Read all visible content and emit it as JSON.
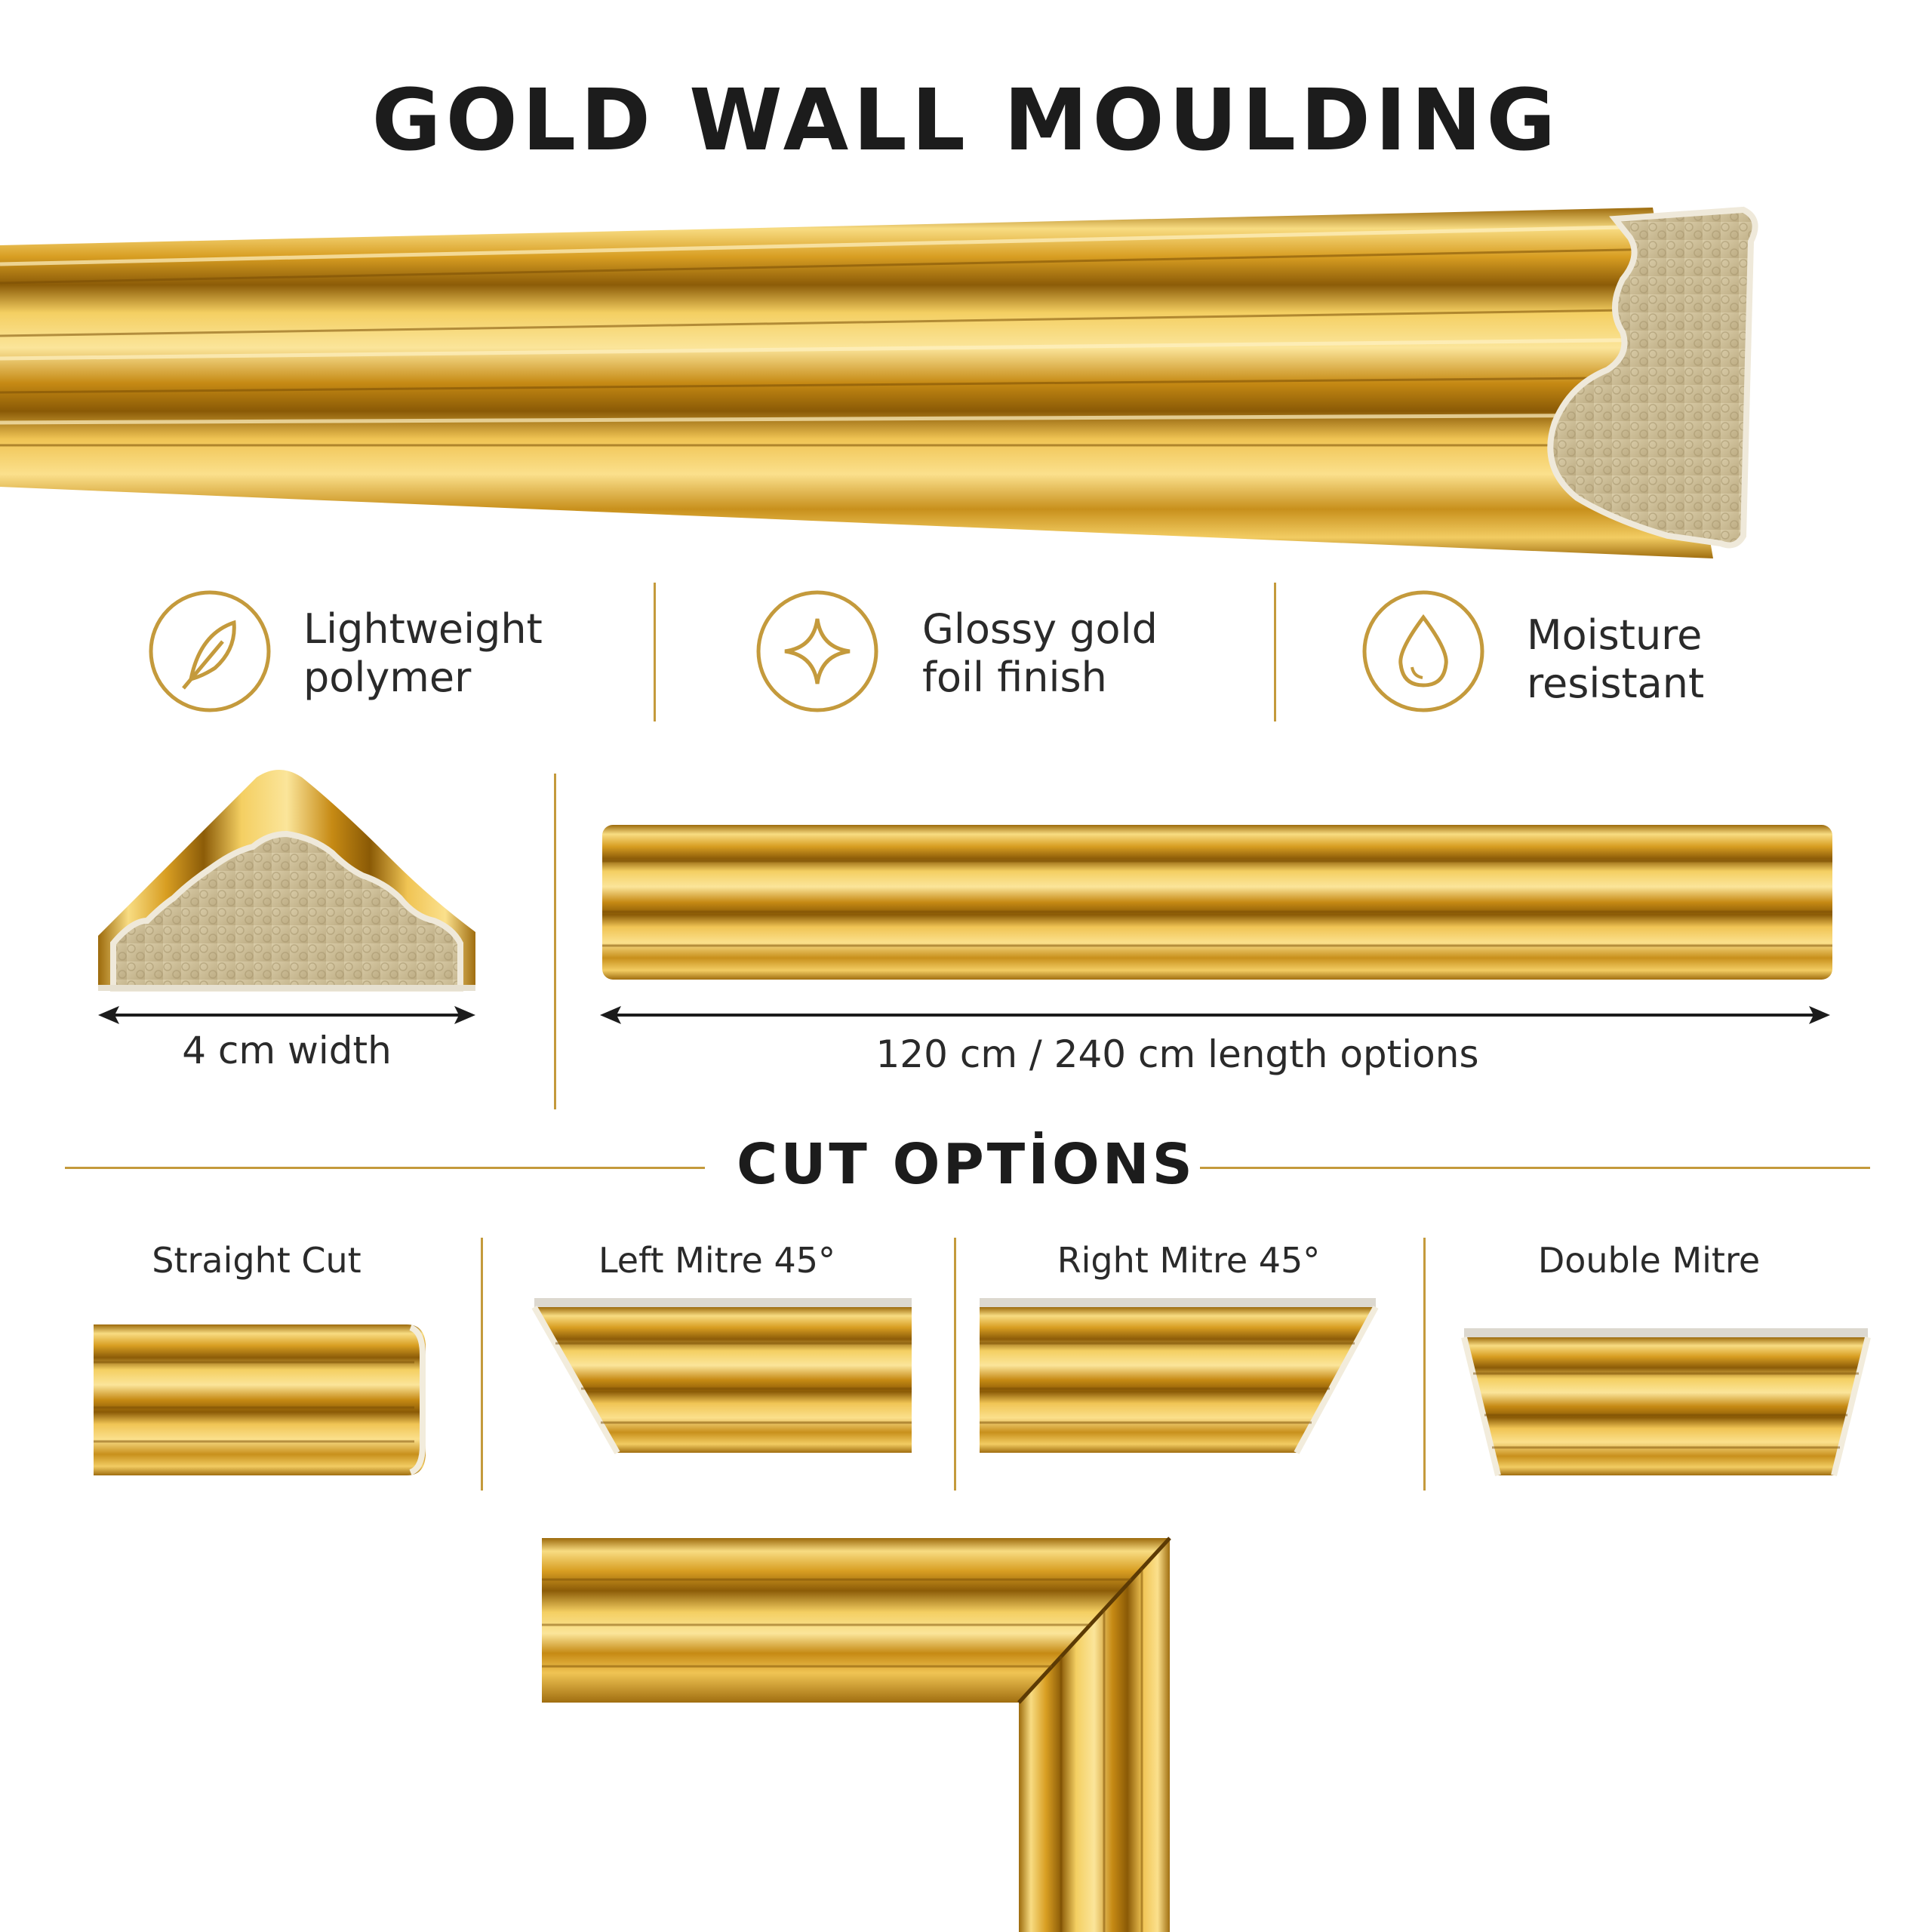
{
  "title": "GOLD WALL MOULDING",
  "features": [
    {
      "icon": "feather-icon",
      "line1": "Lightweight",
      "line2": "polymer"
    },
    {
      "icon": "sparkle-icon",
      "line1": "Glossy gold",
      "line2": "foil finish"
    },
    {
      "icon": "water-drop-icon",
      "line1": "Moisture",
      "line2": "resistant"
    }
  ],
  "dimensions": {
    "width_label": "4 cm width",
    "length_label": "120 cm / 240 cm length options"
  },
  "cut_options": {
    "heading": "CUT OPTİONS",
    "items": [
      {
        "label": "Straight Cut"
      },
      {
        "label": "Left Mitre 45°"
      },
      {
        "label": "Right Mitre 45°"
      },
      {
        "label": "Double Mitre"
      }
    ]
  },
  "colors": {
    "accent": "#c49a3c",
    "gold_light": "#f6d77a",
    "gold_mid": "#e2ad2c",
    "gold_dark": "#a56f0c",
    "foam": "#cdbf9a"
  }
}
